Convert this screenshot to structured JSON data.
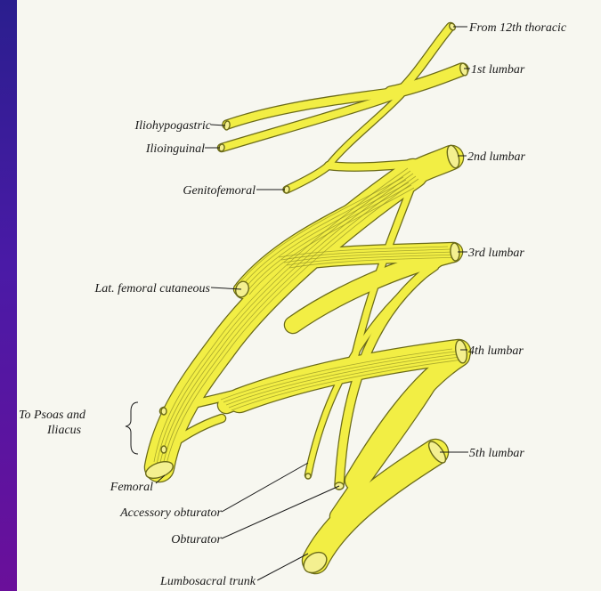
{
  "labels": {
    "from_12th_thoracic": "From 12th thoracic",
    "lumbar_1": "1st lumbar",
    "lumbar_2": "2nd lumbar",
    "lumbar_3": "3rd lumbar",
    "lumbar_4": "4th lumbar",
    "lumbar_5": "5th lumbar",
    "iliohypogastric": "Iliohypogastric",
    "ilioinguinal": "Ilioinguinal",
    "genitofemoral": "Genitofemoral",
    "lat_femoral_cutaneous": "Lat. femoral cutaneous",
    "to_psoas_line1": "To Psoas and",
    "to_psoas_line2": "Iliacus",
    "femoral": "Femoral",
    "accessory_obturator": "Accessory obturator",
    "obturator": "Obturator",
    "lumbosacral_trunk": "Lumbosacral trunk"
  },
  "colors": {
    "background_left": "#2a1e8e",
    "background_bottom": "#6a0f9a",
    "panel": "#f7f7f0",
    "nerve_fill": "#f2ee44",
    "nerve_outline": "#6b6b18"
  }
}
